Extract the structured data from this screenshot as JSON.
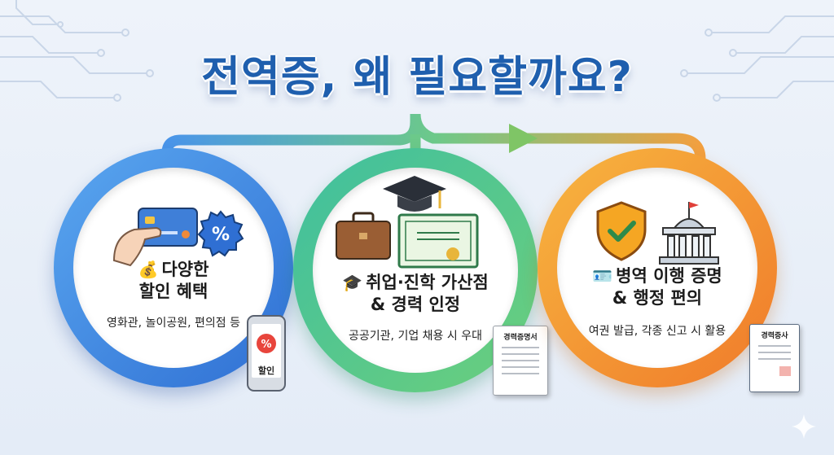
{
  "title": "전역증, 왜 필요할까요?",
  "cards": [
    {
      "heading_line1": "다양한",
      "heading_line2": "할인 혜택",
      "description": "영화관, 놀이공원, 편의점 등",
      "phone_label": "할인",
      "color": "#3a86e6"
    },
    {
      "heading_line1": "취업·진학 가산점",
      "heading_line2": "& 경력 인정",
      "description": "공공기관, 기업 채용 시 우대",
      "doc_title": "경력증명서",
      "color": "#4dc38f"
    },
    {
      "heading_line1": "병역 이행 증명",
      "heading_line2": "& 행정 편의",
      "description": "여권 발급, 각종 신고 시 활용",
      "doc_title": "경력증사",
      "color": "#f29a35"
    }
  ],
  "icons": [
    "credit-card-icon",
    "discount-badge-icon",
    "money-bag-icon",
    "phone-icon",
    "briefcase-icon",
    "graduation-cap-icon",
    "certificate-icon",
    "shield-check-icon",
    "government-building-icon",
    "id-card-icon",
    "document-icon",
    "sparkle-icon"
  ]
}
